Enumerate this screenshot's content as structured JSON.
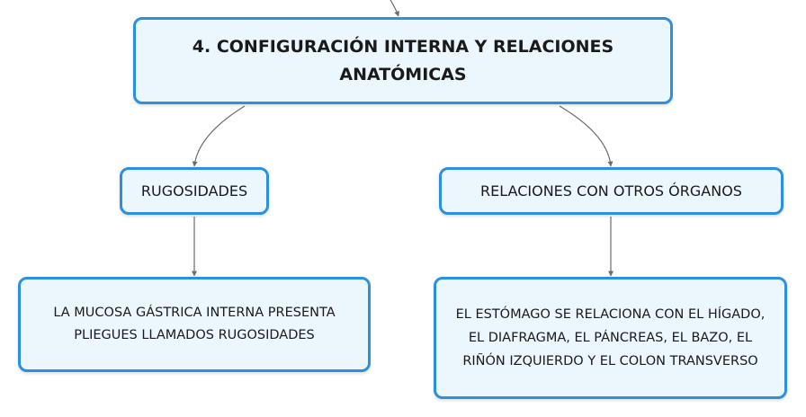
{
  "root": {
    "title": "4. CONFIGURACIÓN INTERNA Y RELACIONES ANATÓMICAS"
  },
  "branches": [
    {
      "label": "RUGOSIDADES",
      "child": "LA MUCOSA GÁSTRICA INTERNA PRESENTA PLIEGUES LLAMADOS RUGOSIDADES"
    },
    {
      "label": "RELACIONES CON OTROS ÓRGANOS",
      "child": "EL ESTÓMAGO SE RELACIONA CON EL HÍGADO, EL DIAFRAGMA, EL PÁNCREAS, EL BAZO, EL RIÑÓN IZQUIERDO Y EL COLON TRANSVERSO"
    }
  ],
  "colors": {
    "node_border": "#2c8fe3",
    "node_fill": "#ecf6fd",
    "connector": "#6b6b6b"
  }
}
